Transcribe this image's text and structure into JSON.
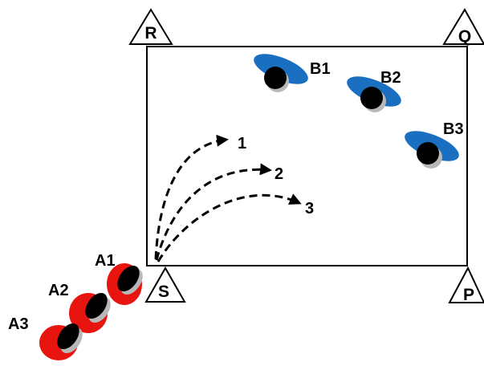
{
  "corners": {
    "r": "R",
    "q": "Q",
    "s": "S",
    "p": "P"
  },
  "team_a": {
    "color": "#e8140f",
    "players": [
      {
        "id": "a1",
        "label": "A1"
      },
      {
        "id": "a2",
        "label": "A2"
      },
      {
        "id": "a3",
        "label": "A3"
      }
    ]
  },
  "team_b": {
    "color": "#1a6fc0",
    "players": [
      {
        "id": "b1",
        "label": "B1"
      },
      {
        "id": "b2",
        "label": "B2"
      },
      {
        "id": "b3",
        "label": "B3"
      }
    ]
  },
  "paths": {
    "color": "#000000",
    "style": "dashed",
    "labels": [
      {
        "id": "path1",
        "label": "1"
      },
      {
        "id": "path2",
        "label": "2"
      },
      {
        "id": "path3",
        "label": "3"
      }
    ]
  }
}
